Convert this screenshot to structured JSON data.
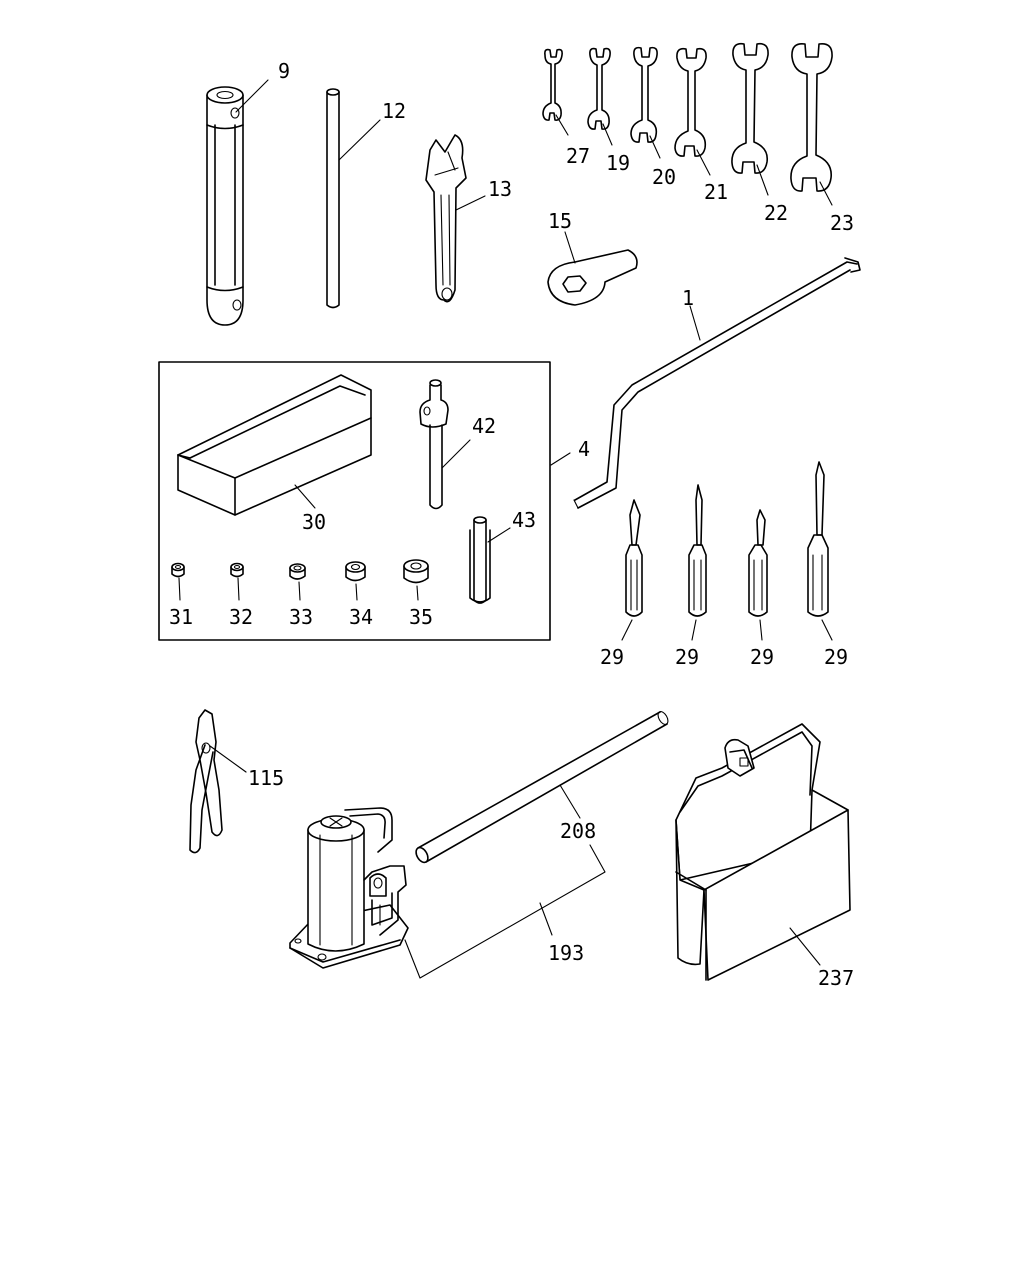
{
  "callouts": {
    "box_wrench": "9",
    "bar": "12",
    "adjustable_wrench": "13",
    "spanner": "15",
    "jack_handle": "1",
    "tool_set": "4",
    "toolbox": "30",
    "ratchet_handle": "42",
    "extension": "43",
    "socket_31": "31",
    "socket_32": "32",
    "socket_33": "33",
    "socket_34": "34",
    "socket_35": "35",
    "wrench_27": "27",
    "wrench_19": "19",
    "wrench_20": "20",
    "wrench_21": "21",
    "wrench_22": "22",
    "wrench_23": "23",
    "screwdriver": "29",
    "pliers": "115",
    "jack_lever": "208",
    "jack_assembly": "193",
    "tool_bag": "237"
  }
}
